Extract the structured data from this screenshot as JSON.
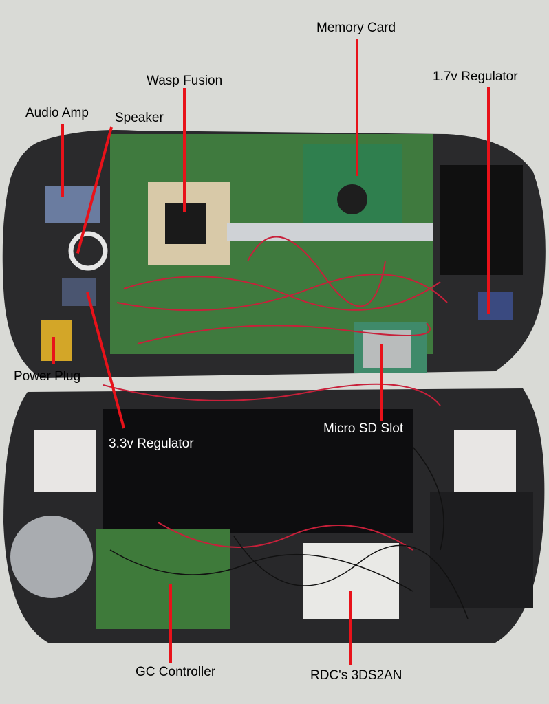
{
  "photo": {
    "subject": "modded handheld console internals",
    "colors": {
      "background": "#d9dad6",
      "shell": "#2a2a2c",
      "pcb": "#3f7a3e",
      "wire": "#c8203a",
      "leader": "#e8121a"
    }
  },
  "labels": {
    "memory_card": "Memory Card",
    "regulator_17": "1.7v Regulator",
    "wasp_fusion": "Wasp Fusion",
    "audio_amp": "Audio Amp",
    "speaker": "Speaker",
    "power_plug": "Power Plug",
    "regulator_33": "3.3v Regulator",
    "micro_sd": "Micro SD Slot",
    "gc_controller": "GC Controller",
    "rdc": "RDC's 3DS2AN"
  }
}
